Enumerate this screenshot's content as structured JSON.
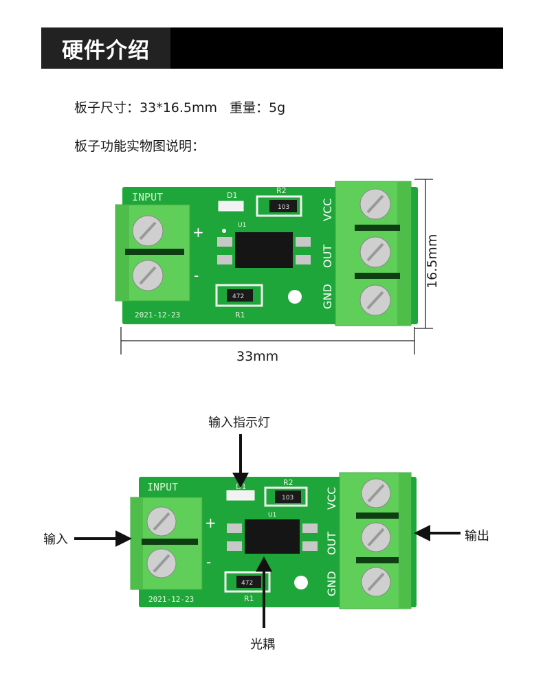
{
  "header": {
    "title": "硬件介绍"
  },
  "specs": {
    "size_label": "板子尺寸：",
    "size_value": "33*16.5mm",
    "weight_label": "重量：",
    "weight_value": "5g"
  },
  "description": "板子功能实物图说明：",
  "board": {
    "silkscreen": {
      "input": "INPUT",
      "d1": "D1",
      "r2": "R2",
      "r2_code": "103",
      "u1": "U1",
      "r1": "R1",
      "r1_code": "472",
      "vcc": "VCC",
      "out": "OUT",
      "gnd": "GND",
      "plus": "+",
      "minus": "-",
      "date": "2021-12-23"
    }
  },
  "dimensions": {
    "height": "16.5mm",
    "width": "33mm"
  },
  "callouts": {
    "indicator": "输入指示灯",
    "input": "输入",
    "output": "输出",
    "optocoupler": "光耦"
  },
  "colors": {
    "pcb": "#1fa63a",
    "pcb_dark": "#168a2e",
    "terminal": "#5fcf5a",
    "header_bg": "#000000"
  }
}
